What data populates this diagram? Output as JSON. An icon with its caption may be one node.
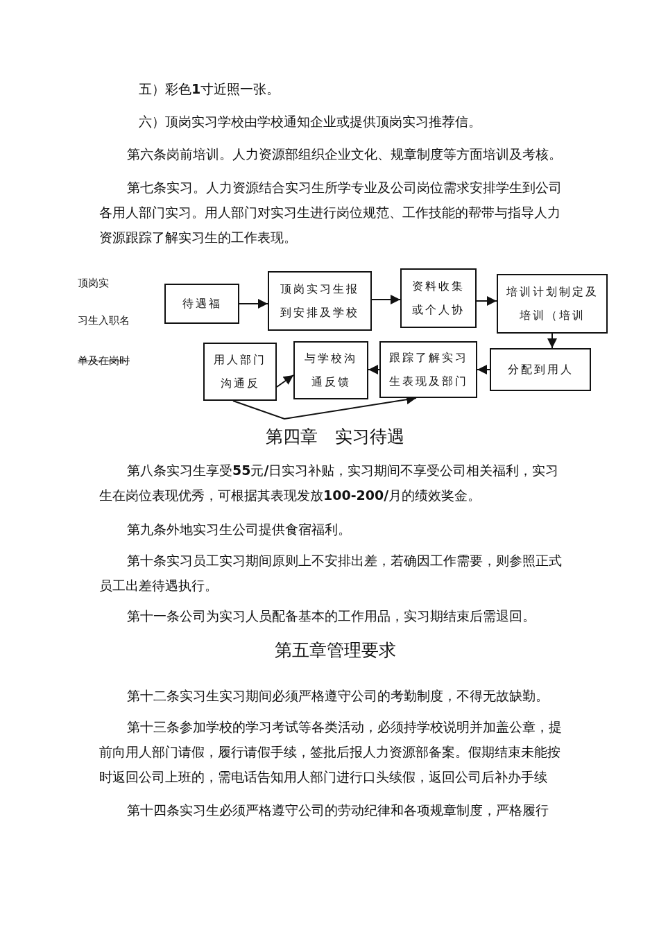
{
  "diagram": {
    "nodes": [
      {
        "text": [
          "待遇福"
        ]
      },
      {
        "text": [
          "顶岗实习生报到安排及学校"
        ]
      },
      {
        "text": [
          "资料收集或个人协"
        ]
      },
      {
        "text": [
          "培训计划制定及培训（培训"
        ]
      },
      {
        "text": [
          "分配到用人"
        ]
      },
      {
        "text": [
          "跟踪了解实习生表现及部门"
        ]
      },
      {
        "text": [
          "与学校沟通反馈"
        ]
      },
      {
        "text": [
          "用人部门沟通反"
        ]
      }
    ],
    "edges": [
      {
        "from": 0,
        "to": 1,
        "arrow": "to"
      },
      {
        "from": 1,
        "to": 2,
        "arrow": "to"
      },
      {
        "from": 2,
        "to": 3,
        "arrow": "to"
      },
      {
        "from": 3,
        "to": 4,
        "arrow": "to"
      },
      {
        "from": 4,
        "to": 5,
        "arrow": "to"
      },
      {
        "from": 5,
        "to": 6,
        "arrow": "to"
      },
      {
        "from": 7,
        "to": 6,
        "arrow": "to"
      },
      {
        "from": 7,
        "to": 5,
        "arrow": "to"
      }
    ],
    "labels": [
      "五）彩色**1**寸近照一张。",
      "六）顶岗实习学校由学校通知企业或提供顶岗实习推荐信。",
      "第六条岗前培训。人力资源部组织企业文化、规章制度等方面培训及考核。",
      "第七条实习。人力资源结合实习生所学专业及公司岗位需求安排学生到公司各用人部门实习。用人部门对实习生进行岗位规范、工作技能的帮带与指导人力资源跟踪了解实习生的工作表现。",
      "顶岗实",
      "习生入职名",
      "单及在岗时",
      "第四章　实习待遇",
      "第八条实习生享受**55**元**/**日实习补贴，实习期间不享受公司相关福利，实习生在岗位表现优秀，可根据其表现发放**100-200/**月的绩效奖金。",
      "第九条外地实习生公司提供食宿福利。",
      "第十条实习员工实习期间原则上不安排出差，若确因工作需要，则参照正式员工出差待遇执行。",
      "第十一条公司为实习人员配备基本的工作用品，实习期结束后需退回。",
      "第五章管理要求",
      "第十二条实习生实习期间必须严格遵守公司的考勤制度，不得无故缺勤。",
      "第十三条参加学校的学习考试等各类活动，必须持学校说明并加盖公章，提前向用人部门请假，履行请假手续，签批后报人力资源部备案。假期结束未能按时返回公司上班的，需电话告知用人部门进行口头续假，返回公司后补办手续",
      "第十四条实习生必须严格遵守公司的劳动纪律和各项规章制度，严格履行"
    ]
  }
}
